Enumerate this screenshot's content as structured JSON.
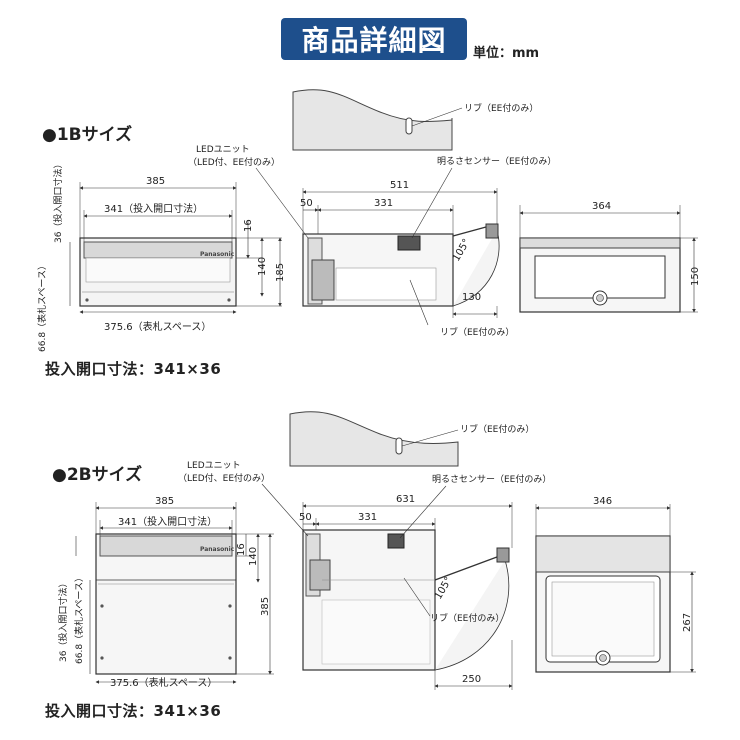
{
  "header": {
    "title": "商品詳細図",
    "unit": "単位：mm"
  },
  "size1b": {
    "title": "●1Bサイズ",
    "caption": "投入開口寸法：341×36",
    "front": {
      "w385": "385",
      "w341": "341（投入開口寸法）",
      "w3756": "375.6（表札スペース）",
      "h16": "16",
      "h140": "140",
      "h185": "185",
      "v36": "36（投入開口寸法）",
      "v668": "66.8（表札スペース）",
      "brand": "Panasonic"
    },
    "side": {
      "led1": "LEDユニット",
      "led2": "（LED付、EE付のみ）",
      "d511": "511",
      "d50": "50",
      "d331": "331",
      "angle": "105°",
      "d130": "130",
      "sensor": "明るさセンサー（EE付のみ）",
      "rib_bottom": "リブ（EE付のみ）"
    },
    "rib_top": "リブ（EE付のみ）",
    "rear": {
      "w364": "364",
      "h150": "150"
    }
  },
  "size2b": {
    "title": "●2Bサイズ",
    "caption": "投入開口寸法：341×36",
    "front": {
      "w385": "385",
      "w341": "341（投入開口寸法）",
      "w3756": "375.6（表札スペース）",
      "h16": "16",
      "h140": "140",
      "h385": "385",
      "v36": "36（投入開口寸法）",
      "v668": "66.8（表札スペース）",
      "brand": "Panasonic"
    },
    "side": {
      "led1": "LEDユニット",
      "led2": "（LED付、EE付のみ）",
      "d631": "631",
      "d50": "50",
      "d331": "331",
      "angle": "105°",
      "d250": "250",
      "sensor": "明るさセンサー（EE付のみ）",
      "rib_bottom": "リブ（EE付のみ）"
    },
    "rib_top": "リブ（EE付のみ）",
    "rear": {
      "w346": "346",
      "h267": "267"
    }
  }
}
